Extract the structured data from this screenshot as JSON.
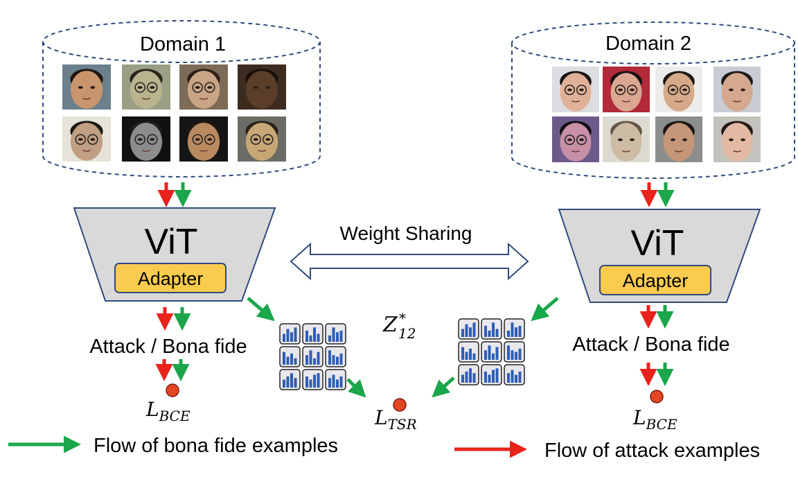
{
  "domains": [
    {
      "title": "Domain 1",
      "faces": [
        {
          "skin": "#c8956c",
          "hair": "#1e1510",
          "bg": "#6b7f8c",
          "glasses": false
        },
        {
          "skin": "#b9b48e",
          "hair": "#2a241a",
          "bg": "#9aa086",
          "glasses": true
        },
        {
          "skin": "#c9a585",
          "hair": "#2b2119",
          "bg": "#7d6b57",
          "glasses": true
        },
        {
          "skin": "#5a3e2a",
          "hair": "#181008",
          "bg": "#3d2c1f",
          "glasses": false
        },
        {
          "skin": "#c19f83",
          "hair": "#1c1712",
          "bg": "#e6e3da",
          "glasses": true
        },
        {
          "skin": "#8c8c8f",
          "hair": "#1c1c20",
          "bg": "#111111",
          "glasses": true
        },
        {
          "skin": "#b98a60",
          "hair": "#1d1712",
          "bg": "#151515",
          "glasses": true
        },
        {
          "skin": "#c8a777",
          "hair": "#2b2318",
          "bg": "#6c6c66",
          "glasses": true
        }
      ]
    },
    {
      "title": "Domain 2",
      "faces": [
        {
          "skin": "#e0b198",
          "hair": "#141414",
          "bg": "#dcdde0",
          "glasses": true
        },
        {
          "skin": "#dba792",
          "hair": "#181014",
          "bg": "#b12a3a",
          "glasses": true
        },
        {
          "skin": "#d6a989",
          "hair": "#1c1714",
          "bg": "#ececea",
          "glasses": true
        },
        {
          "skin": "#d5a98f",
          "hair": "#1e1b1a",
          "bg": "#c8ccd4",
          "glasses": false
        },
        {
          "skin": "#c790a6",
          "hair": "#140d14",
          "bg": "#6c5a8a",
          "glasses": true
        },
        {
          "skin": "#cdbba4",
          "hair": "#655446",
          "bg": "#dcdad0",
          "glasses": false
        },
        {
          "skin": "#c69679",
          "hair": "#1a1511",
          "bg": "#8b8e8c",
          "glasses": false
        },
        {
          "skin": "#e2b9a2",
          "hair": "#231a14",
          "bg": "#c4c2bd",
          "glasses": false
        }
      ]
    }
  ],
  "vit_label": "ViT",
  "adapter_label": "Adapter",
  "weight_sharing_label": "Weight Sharing",
  "output_label": "Attack / Bona fide",
  "loss_bce": {
    "base": "L",
    "sub": "BCE"
  },
  "loss_tsr": {
    "base": "L",
    "sub": "TSR"
  },
  "z_label": {
    "base": "Z",
    "sub": "12",
    "sup": "*"
  },
  "legend": {
    "bona_fide": "Flow of bona fide examples",
    "attack": "Flow of attack examples"
  },
  "colors": {
    "attack": "#e8231c",
    "bona_fide": "#1aa64a",
    "vit_fill": "#d9d9d9",
    "adapter_fill": "#f9cb4e",
    "loss_dot": "#e34525",
    "histogram_bar": "#2f5db6",
    "domain_border": "#2f4b7c"
  }
}
